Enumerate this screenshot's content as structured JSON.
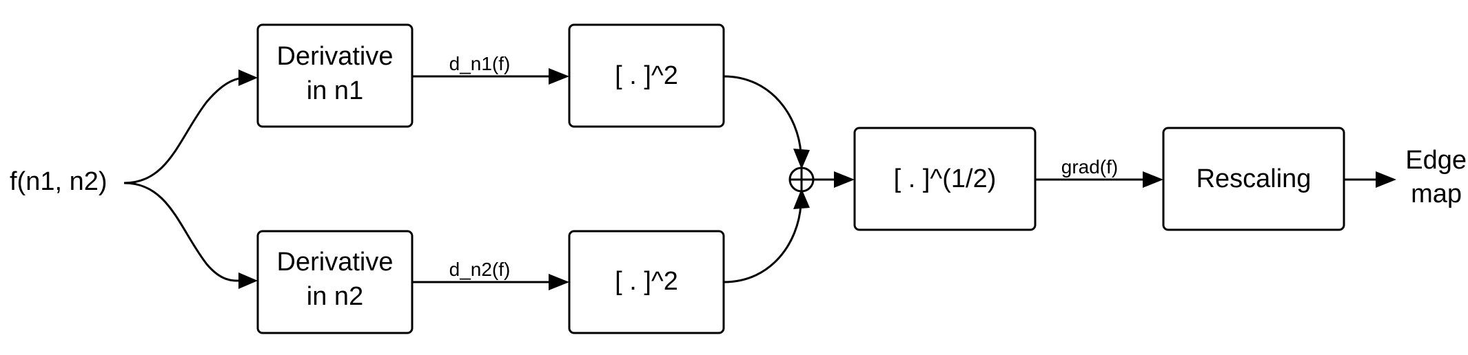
{
  "input": {
    "label": "f(n1, n2)"
  },
  "output": {
    "line1": "Edge",
    "line2": "map"
  },
  "blocks": {
    "deriv_n1": {
      "line1": "Derivative",
      "line2": "in n1"
    },
    "deriv_n2": {
      "line1": "Derivative",
      "line2": "in n2"
    },
    "square_top": {
      "label": "[ . ]^2"
    },
    "square_bottom": {
      "label": "[ . ]^2"
    },
    "sqrt": {
      "label": "[ . ]^(1/2)"
    },
    "rescale": {
      "label": "Rescaling"
    }
  },
  "edges": {
    "d_n1": "d_n1(f)",
    "d_n2": "d_n2(f)",
    "grad": "grad(f)"
  },
  "summing_junction": {
    "symbol": "sum-icon"
  }
}
